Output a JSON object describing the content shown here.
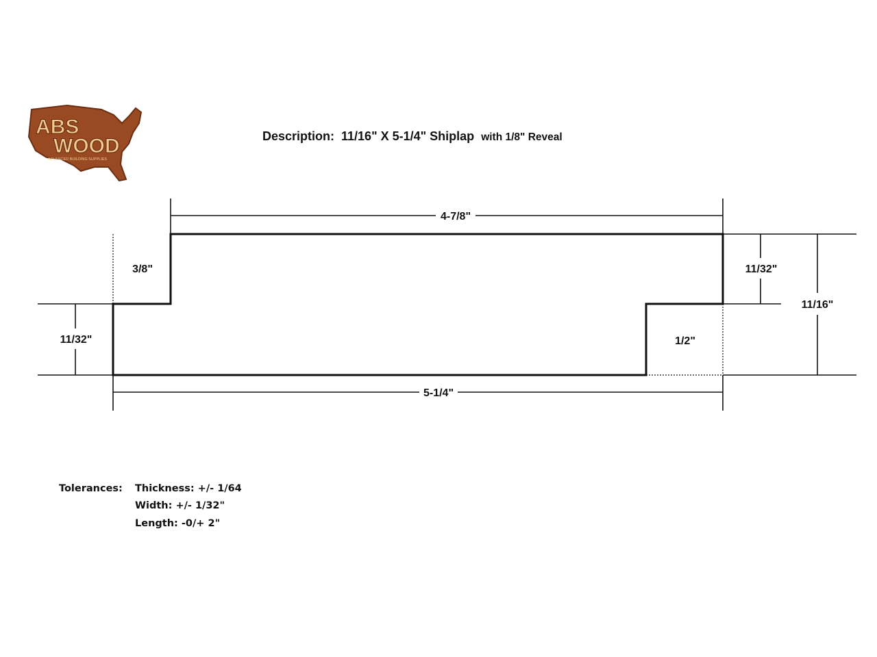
{
  "logo": {
    "brand": "ABS WOOD",
    "tagline": "ADVANCED BUILDING SUPPLIES",
    "colors": {
      "fill": "#9a4a22",
      "text": "#f3c98f"
    }
  },
  "description": {
    "main": "Description:  11/16\" X 5-1/4\" Shiplap",
    "reveal": "with 1/8\" Reveal"
  },
  "dimensions": {
    "top_width": "4-7/8\"",
    "bottom_width": "5-1/4\"",
    "left_lip_width": "3/8\"",
    "left_lip_height": "11/32\"",
    "right_lip_height": "11/32\"",
    "right_lip_width": "1/2\"",
    "total_thickness": "11/16\""
  },
  "tolerances": {
    "label": "Tolerances:",
    "items": [
      "Thickness: +/- 1/64",
      "Width: +/- 1/32\"",
      "Length: -0/+ 2\""
    ]
  }
}
